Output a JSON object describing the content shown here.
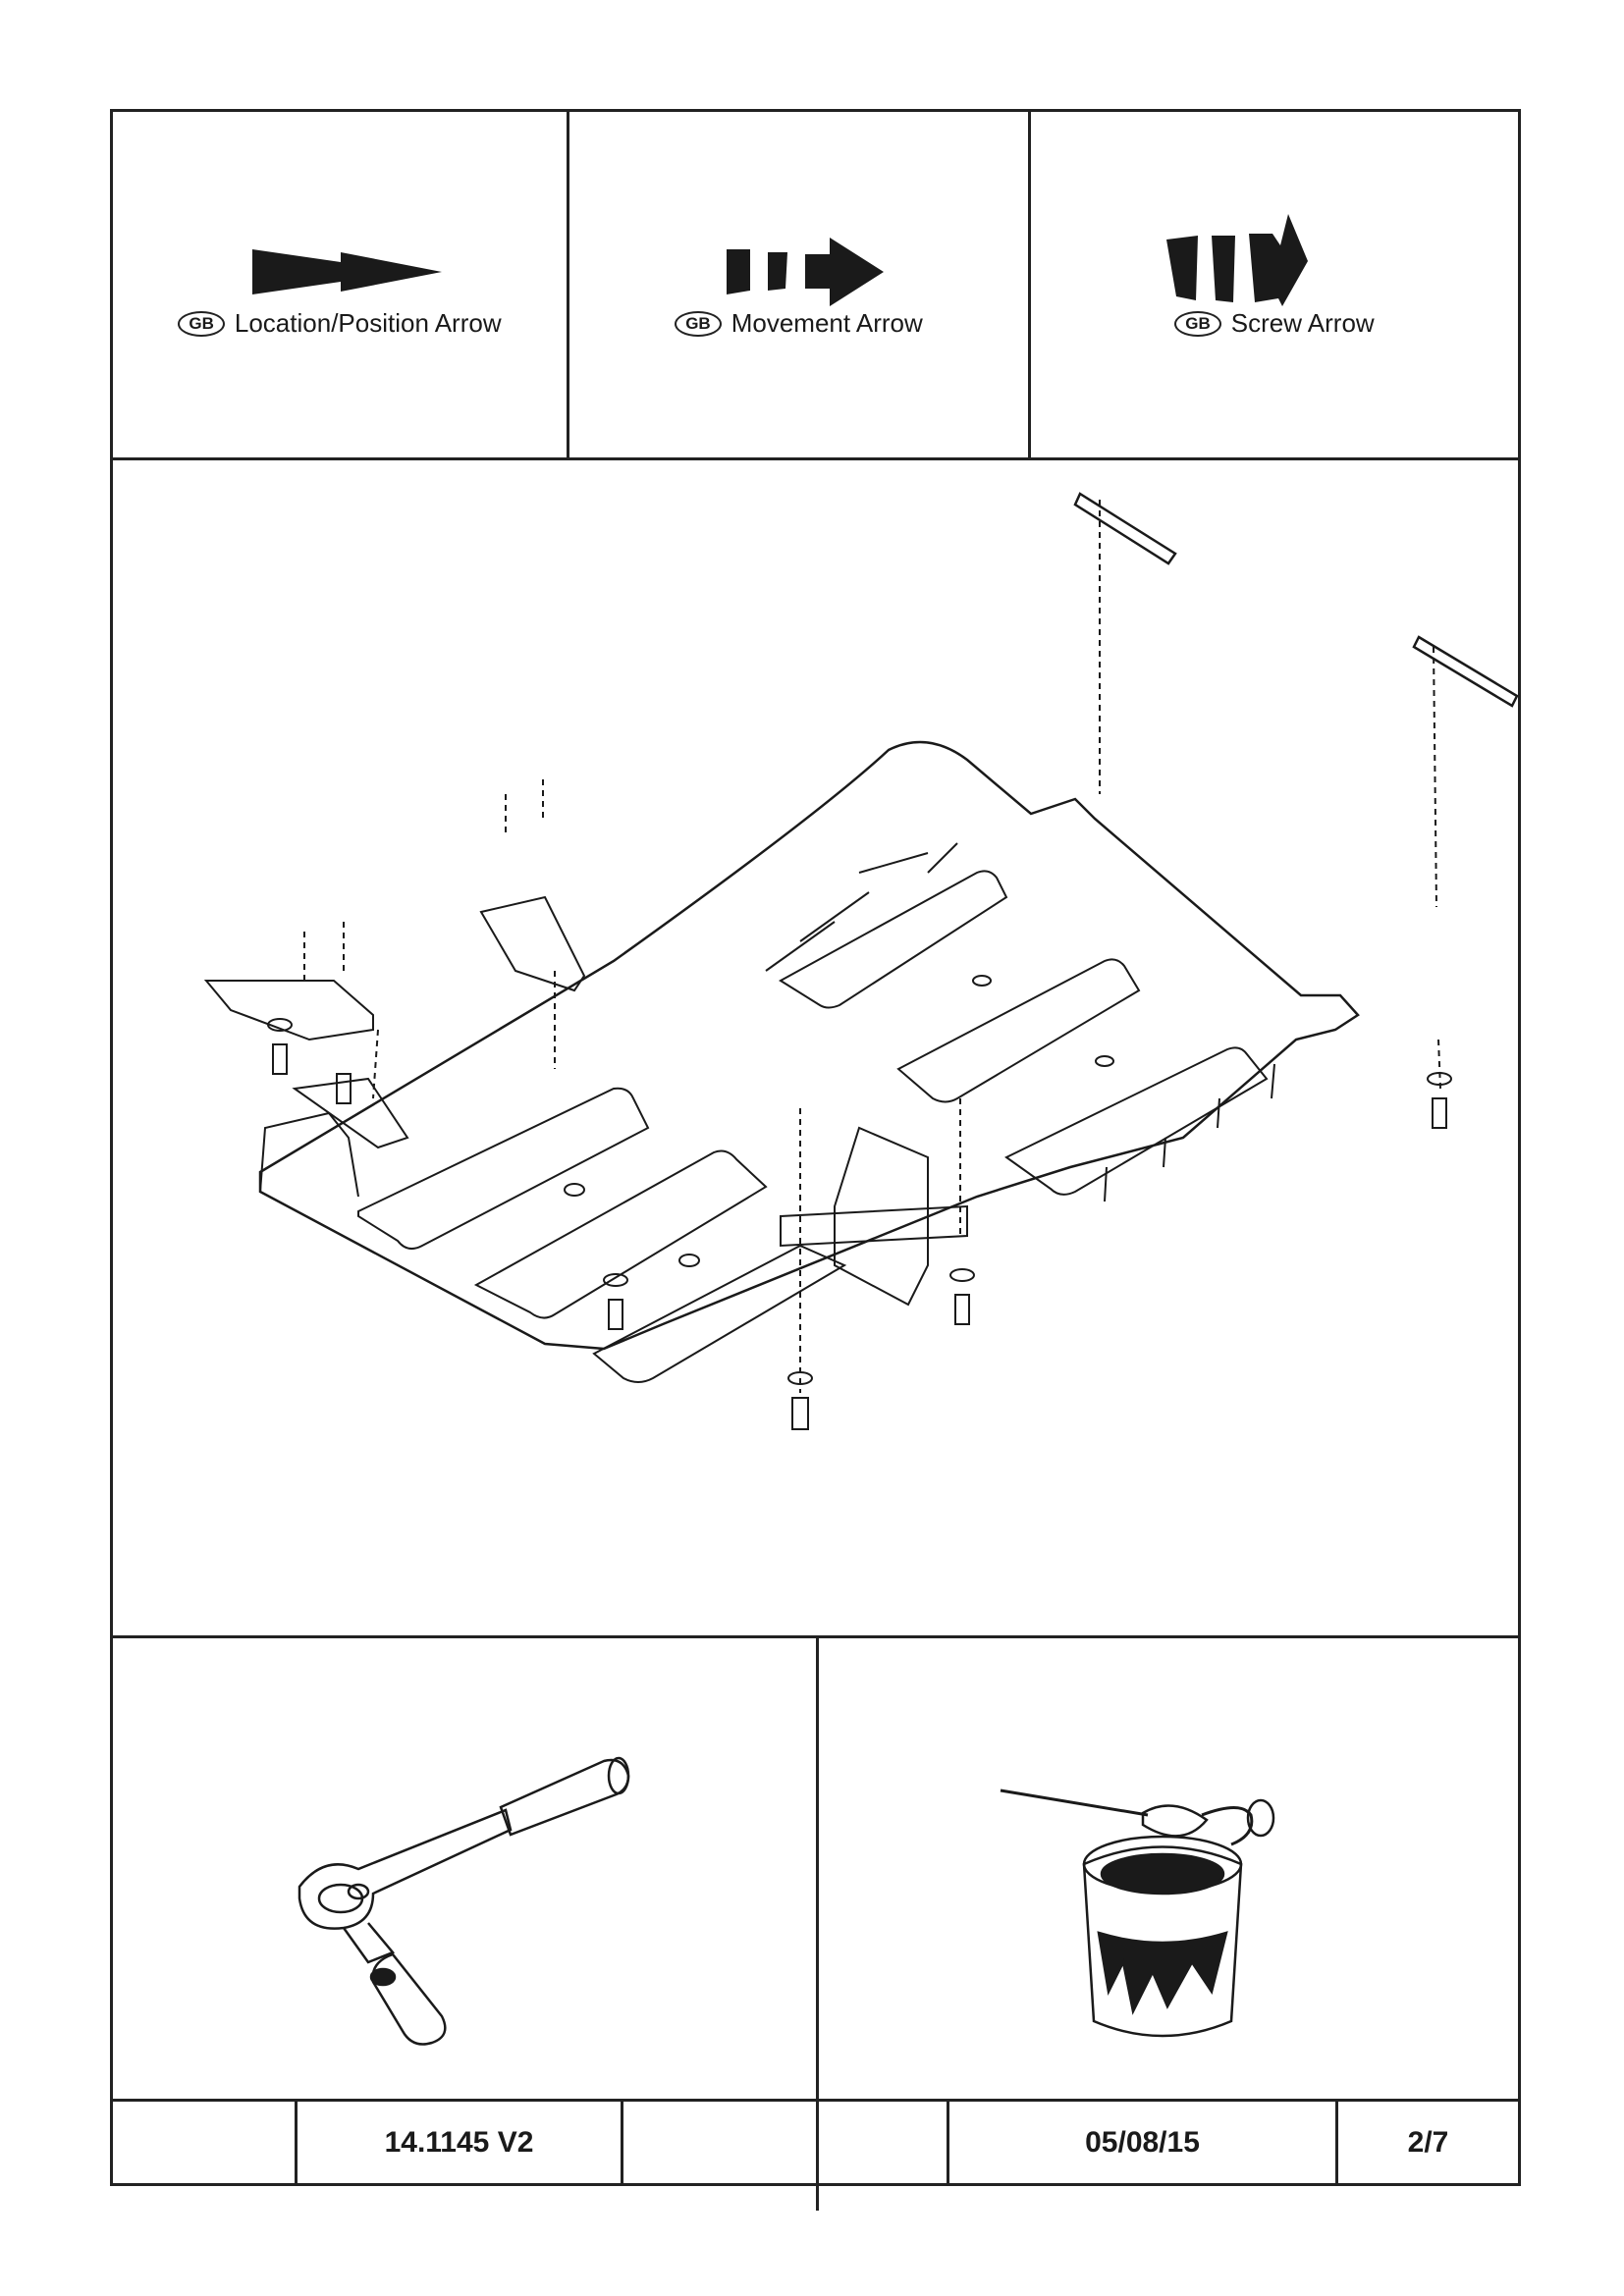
{
  "legend": {
    "badge": "GB",
    "items": [
      {
        "label": "Location/Position Arrow",
        "icon": "location-arrow-icon"
      },
      {
        "label": "Movement Arrow",
        "icon": "movement-arrow-icon"
      },
      {
        "label": "Screw Arrow",
        "icon": "screw-arrow-icon"
      }
    ]
  },
  "diagram": {
    "description_icon": "skid-plate-assembly"
  },
  "tools": [
    {
      "icon": "ratchet-wrench-icon"
    },
    {
      "icon": "paint-brush-can-icon"
    }
  ],
  "footer": {
    "cell1": "",
    "part_number": "14.1145 V2",
    "cell3": "",
    "date": "05/08/15",
    "page": "2/7"
  }
}
